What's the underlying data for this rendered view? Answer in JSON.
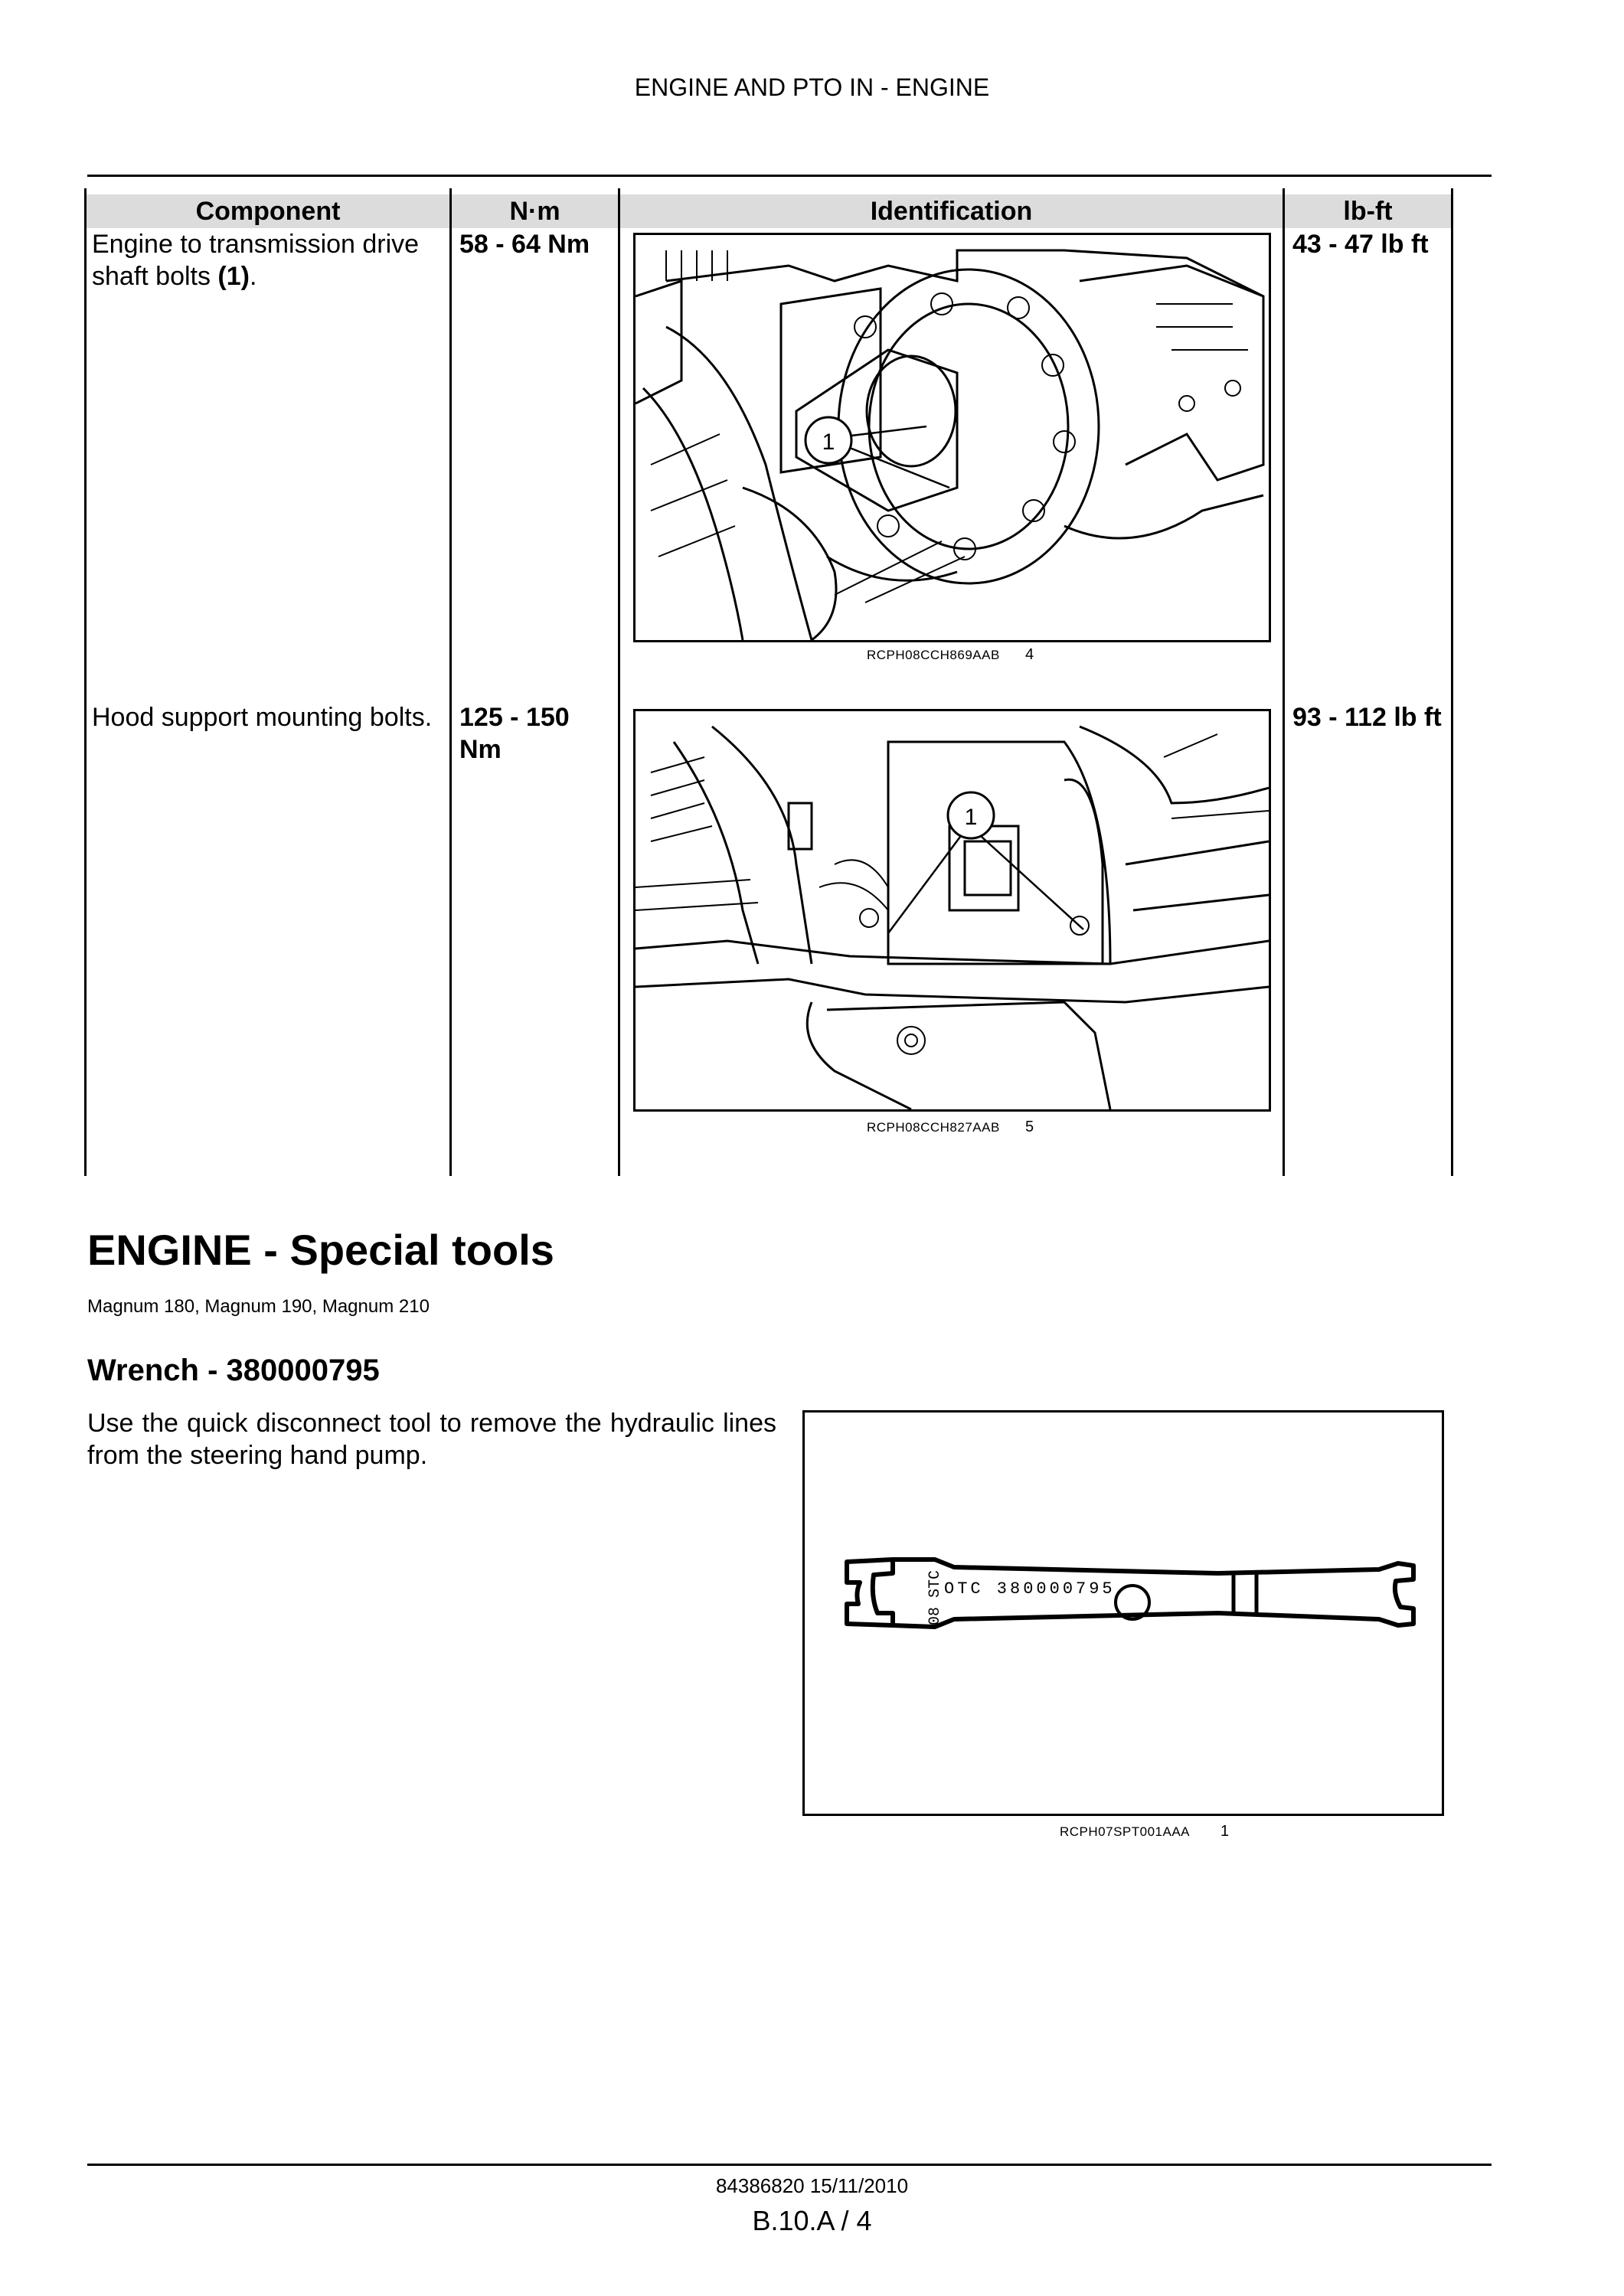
{
  "running_header": "ENGINE AND PTO IN - ENGINE",
  "table": {
    "headers": [
      "Component",
      "N·m",
      "Identification",
      "lb-ft"
    ],
    "rows": [
      {
        "component_main": "Engine to transmission drive shaft bolts ",
        "component_bold": "(1)",
        "component_end": ".",
        "nm": "58 - 64 Nm",
        "figure_callout": "1",
        "figure_ref": "RCPH08CCH869AAB",
        "figure_number": "4",
        "lbft": "43 - 47 lb ft"
      },
      {
        "component_main": "Hood support mounting bolts.",
        "nm": "125 - 150 Nm",
        "figure_callout": "1",
        "figure_ref": "RCPH08CCH827AAB",
        "figure_number": "5",
        "lbft": "93 - 112 lb ft"
      }
    ]
  },
  "section": {
    "title": "ENGINE - Special tools",
    "models": "Magnum 180, Magnum 190, Magnum 210",
    "subtitle": "Wrench - 380000795",
    "body": "Use the quick disconnect tool to remove the hydraulic lines from the steering hand pump.",
    "tool_stamp": "OTC 380000795",
    "tool_side_stamp_1": "STC",
    "tool_side_stamp_2": "08",
    "figure_ref": "RCPH07SPT001AAA",
    "figure_number": "1"
  },
  "footer": {
    "doc": "84386820 15/11/2010",
    "page": "B.10.A / 4"
  }
}
